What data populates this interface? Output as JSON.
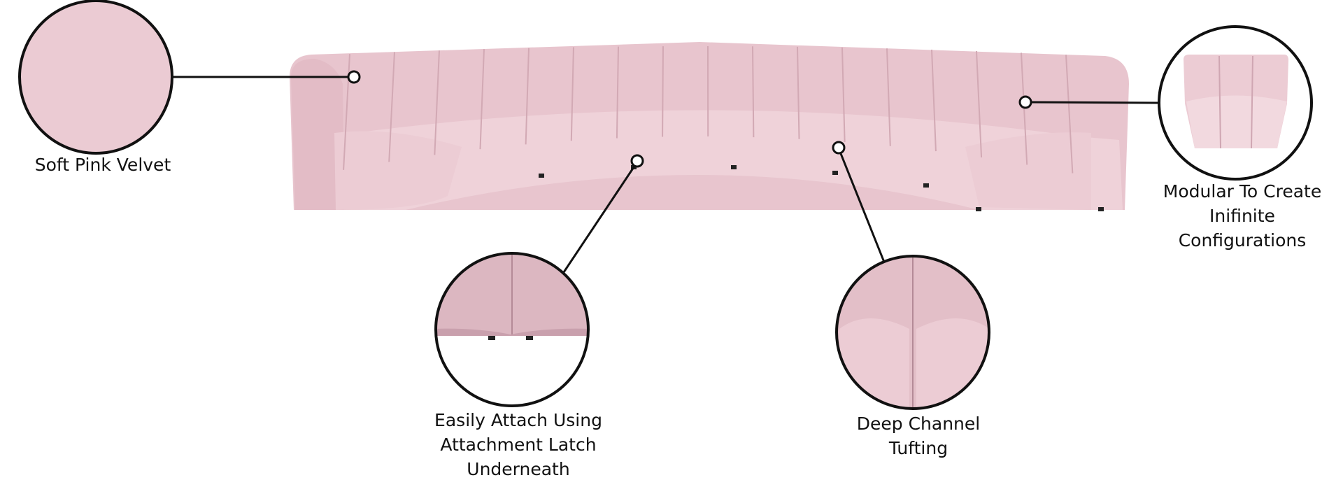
{
  "callouts": {
    "velvet": {
      "label": "Soft Pink Velvet"
    },
    "modular": {
      "lines": [
        "Modular To Create",
        "Inifinite",
        "Configurations"
      ]
    },
    "attach": {
      "lines": [
        "Easily Attach Using",
        "Attachment Latch",
        "Underneath"
      ]
    },
    "tufting": {
      "lines": [
        "Deep Channel",
        "Tufting"
      ]
    }
  },
  "colors": {
    "pink": "#ecccd4",
    "pink_dark": "#d9b2bd",
    "pink_light": "#f4dde3",
    "line": "#111111"
  }
}
